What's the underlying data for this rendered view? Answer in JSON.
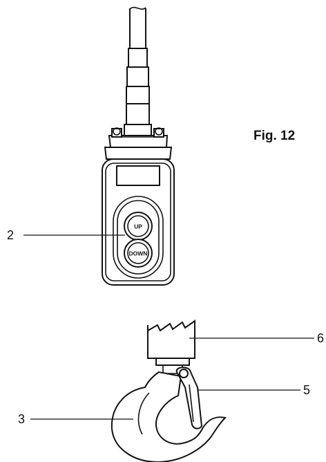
{
  "figure": {
    "label": "Fig. 12",
    "callouts": {
      "pendant_buttons": "2",
      "hook": "3",
      "safety_latch": "5",
      "hook_block": "6"
    },
    "buttons": {
      "up": "UP",
      "down": "DOWN"
    }
  }
}
